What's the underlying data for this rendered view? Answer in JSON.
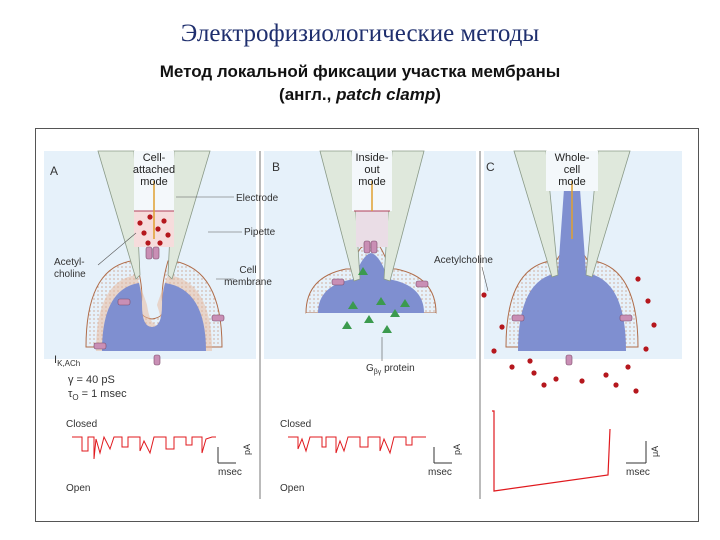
{
  "header": {
    "title": "Электрофизиологические методы",
    "subtitle_line1": "Метод локальной фиксации участка мембраны",
    "subtitle_line2_prefix": "(англ., ",
    "subtitle_line2_italic": "patch clamp",
    "subtitle_line2_suffix": ")"
  },
  "panels": {
    "a": {
      "letter": "A",
      "mode_label": [
        "Cell-",
        "attached",
        "mode"
      ],
      "electrode": "Electrode",
      "pipette": "Pipette",
      "acetylcholine": [
        "Acetyl-",
        "choline"
      ],
      "cell_membrane": [
        "Cell",
        "membrane"
      ],
      "current_label": "I",
      "current_sub": "K,ACh",
      "gamma": "γ = 40 pS",
      "tau": "τ",
      "tau_sub": "O",
      "tau_value": " = 1 msec",
      "closed": "Closed",
      "open": "Open",
      "scale_y": "pA",
      "scale_x": "msec"
    },
    "b": {
      "letter": "B",
      "mode_label": [
        "Inside-",
        "out",
        "mode"
      ],
      "protein": "G",
      "protein_sub": "βγ",
      "protein_suffix": " protein",
      "closed": "Closed",
      "open": "Open",
      "scale_y": "pA",
      "scale_x": "msec"
    },
    "c": {
      "letter": "C",
      "mode_label": [
        "Whole-",
        "cell",
        "mode"
      ],
      "acetylcholine": "Acetylcholine",
      "scale_y": "μA",
      "scale_x": "msec"
    }
  },
  "colors": {
    "title": "#1f2f6e",
    "panel_bg": "#e6f1fa",
    "pipette_glass": "#dfe8dc",
    "cytoplasm": "#7f8fd0",
    "membrane": "#e8b89a",
    "receptor": "#c98fb5",
    "acetylcholine_dot": "#b5171d",
    "g_protein": "#3b9a4e",
    "trace": "#e0191e",
    "wire": "#e0a030"
  }
}
